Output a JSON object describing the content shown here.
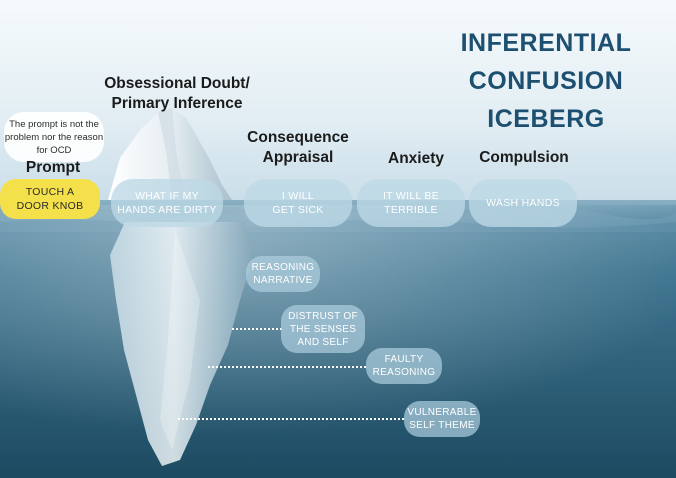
{
  "title": {
    "line1": "INFERENTIAL",
    "line2": "CONFUSION",
    "line3": "ICEBERG"
  },
  "note": {
    "text": "The prompt is not the problem nor the reason for OCD"
  },
  "headings": {
    "prompt": "Prompt",
    "obsessional_line1": "Obsessional Doubt/",
    "obsessional_line2": "Primary Inference",
    "consequence_line1": "Consequence",
    "consequence_line2": "Appraisal",
    "anxiety": "Anxiety",
    "compulsion": "Compulsion"
  },
  "surface_steps": {
    "prompt": {
      "line1": "TOUCH A",
      "line2": "DOOR KNOB"
    },
    "obsessional": {
      "line1": "WHAT IF MY",
      "line2": "HANDS ARE DIRTY"
    },
    "consequence": {
      "line1": "I WILL",
      "line2": "GET SICK"
    },
    "anxiety": {
      "line1": "IT WILL BE",
      "line2": "TERRIBLE"
    },
    "compulsion": {
      "line1": "WASH HANDS"
    }
  },
  "underwater": {
    "reasoning": {
      "line1": "REASONING",
      "line2": "NARRATIVE"
    },
    "distrust": {
      "line1": "DISTRUST OF",
      "line2": "THE SENSES",
      "line3": "AND SELF"
    },
    "faulty": {
      "line1": "FAULTY",
      "line2": "REASONING"
    },
    "vulnerable": {
      "line1": "VULNERABLE",
      "line2": "SELF THEME"
    }
  },
  "colors": {
    "title": "#1d4f70",
    "prompt_pill": "#f4e04a",
    "pill": "#bcd8e6",
    "sea_deep": "#2c5f78",
    "sky": "#dbe9f1"
  }
}
